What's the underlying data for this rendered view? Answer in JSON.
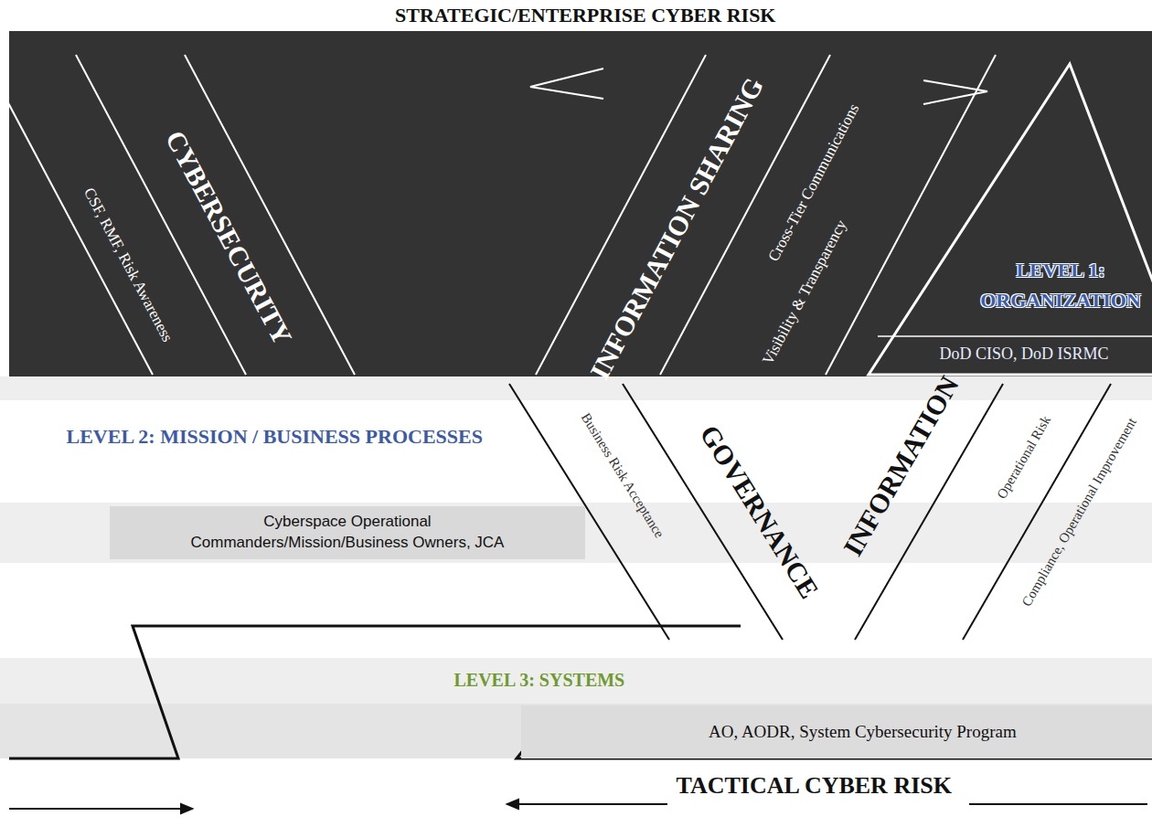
{
  "diagram": {
    "title": "STRATEGIC/ENTERPRISE CYBER RISK",
    "nodes": [
      {
        "text": [
          "LEVEL 1: ORGANIZATION",
          "DoD CISO, DoD ISRMC"
        ]
      },
      {
        "text": [
          "LEVEL 2: MISSION / BUSINESS PROCESSES",
          "Cyberspace Operational Commanders/Mission/Business Owners, JCA"
        ]
      },
      {
        "text": [
          "LEVEL 3: SYSTEMS",
          "AO, AODR, System Cybersecurity Program"
        ]
      }
    ],
    "labels": [
      "CYBERSECURITY",
      "CSF, RMF, Risk Awareness",
      "INFORMATION SHARING",
      "Cross-Tier Communications",
      "Visibility & Transparency",
      "GOVERNANCE",
      "Business Risk Acceptance",
      "INFORMATION",
      "Operational Risk",
      "Compliance, Operational Improvement",
      "TACTICAL CYBER RISK"
    ]
  }
}
